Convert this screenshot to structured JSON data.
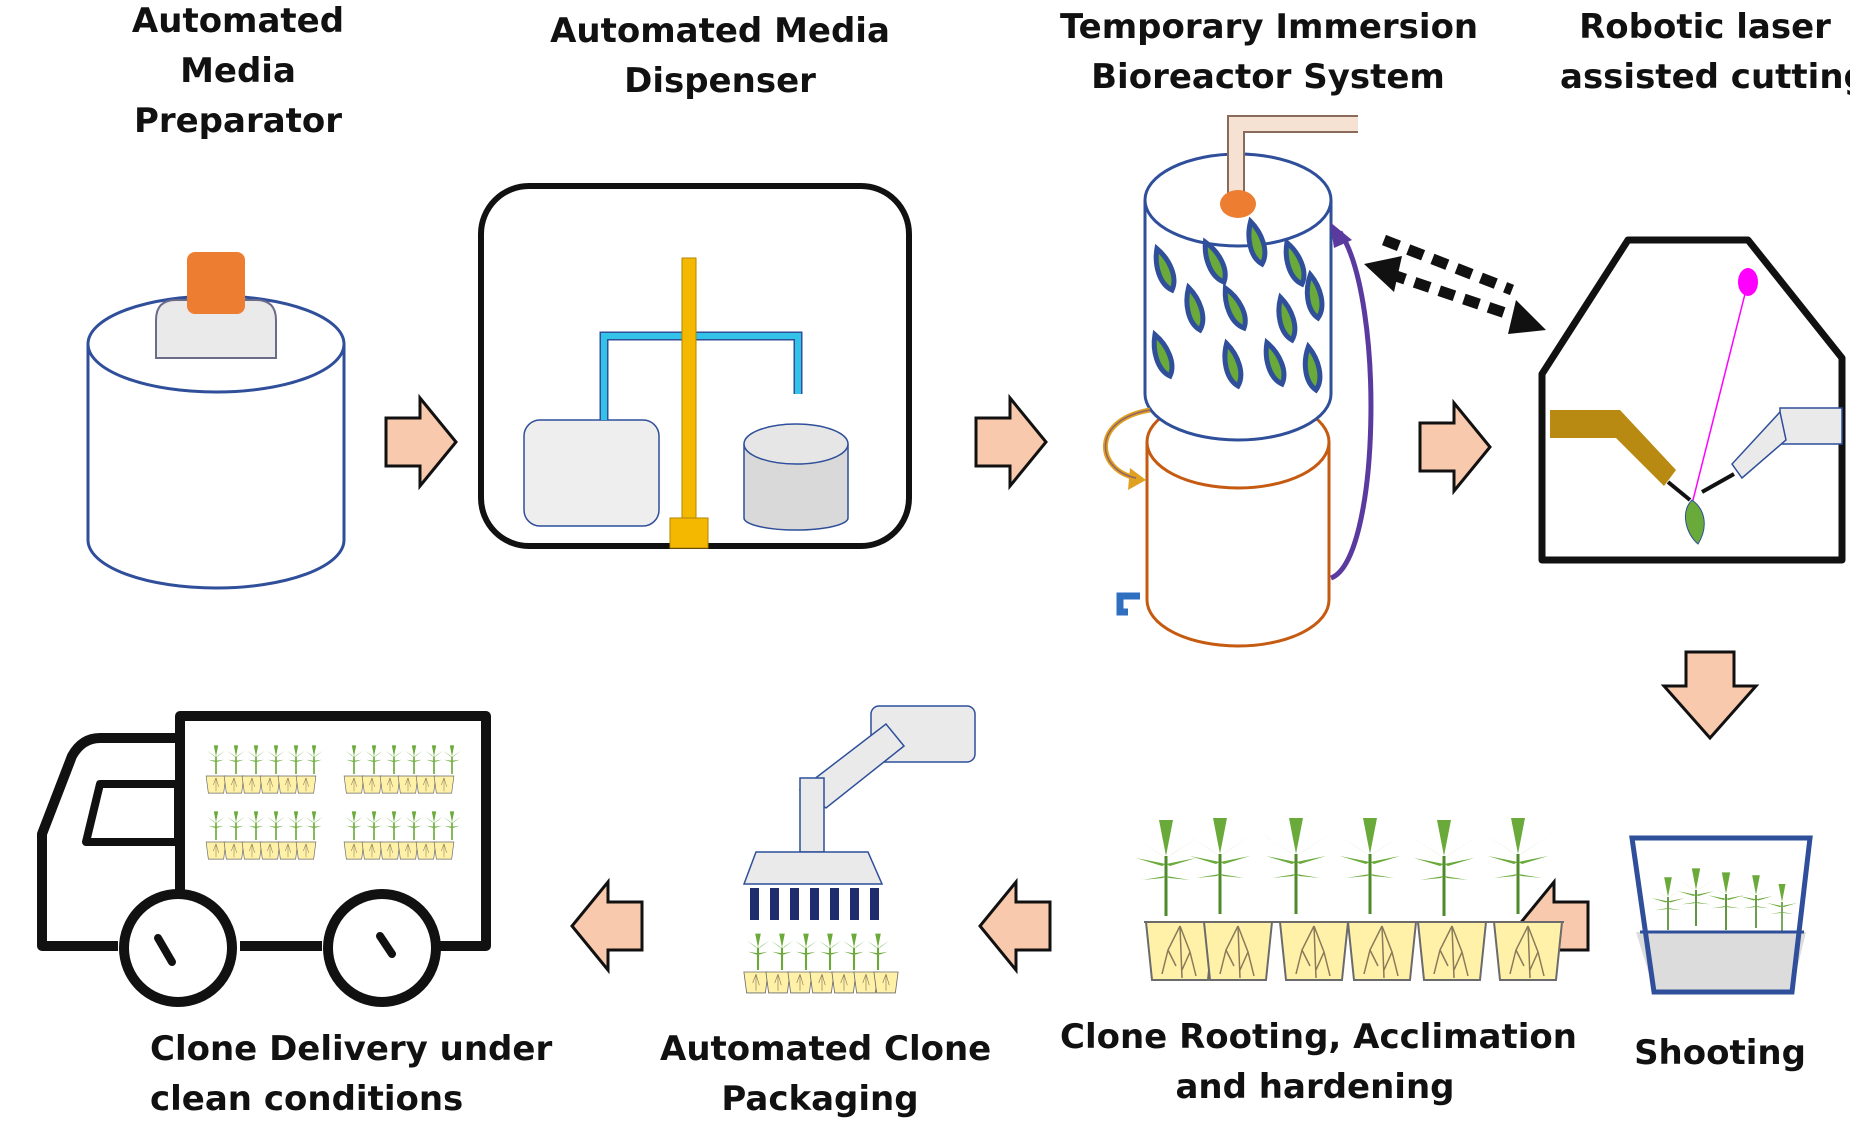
{
  "labels": {
    "media_preparator": [
      "Automated",
      "Media",
      "Preparator"
    ],
    "media_dispenser": [
      "Automated Media",
      "Dispenser"
    ],
    "bioreactor": [
      "Temporary Immersion",
      "Bioreactor System"
    ],
    "laser_cutting": [
      "Robotic laser",
      "assisted cutting"
    ],
    "shooting": [
      "Shooting"
    ],
    "rooting": [
      "Clone Rooting, Acclimation",
      "and hardening"
    ],
    "packaging": [
      "Automated Clone",
      "Packaging"
    ],
    "delivery": [
      "Clone Delivery under",
      "clean conditions"
    ]
  },
  "colors": {
    "arrow_fill": "#f8c9ad",
    "outline_blue": "#2f4f9a",
    "container_fill": "#eaeaea",
    "orange_cap": "#ed7d31",
    "gold_post": "#f5b800",
    "cyan_arm": "#33c3e8",
    "bioreactor_base": "#c55a11",
    "leaf_green": "#6aaa3a",
    "leaf_blue": "#2f4f9a",
    "laser_pink": "#ff00ff",
    "arm_brown": "#b98a12",
    "pot_yellow": "#fff2a8",
    "cycle_purple": "#5b3aa0"
  }
}
